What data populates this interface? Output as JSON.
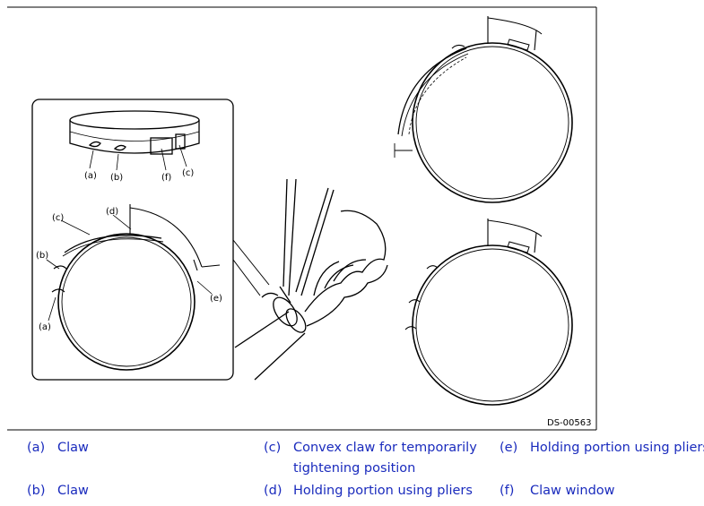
{
  "figure": {
    "code": "DS-00563",
    "labels": [
      "(a)",
      "(b)",
      "(f)",
      "(c)",
      "(c)",
      "(d)",
      "(b)",
      "(a)",
      "(e)"
    ]
  },
  "legend": [
    {
      "key": "(a)",
      "text": "Claw"
    },
    {
      "key": "(b)",
      "text": "Claw"
    },
    {
      "key": "(c)",
      "text": "Convex claw for temporarily",
      "text2": "tightening position"
    },
    {
      "key": "(d)",
      "text": "Holding portion using pliers"
    },
    {
      "key": "(e)",
      "text": "Holding portion using pliers"
    },
    {
      "key": "(f)",
      "text": "Claw window"
    }
  ]
}
